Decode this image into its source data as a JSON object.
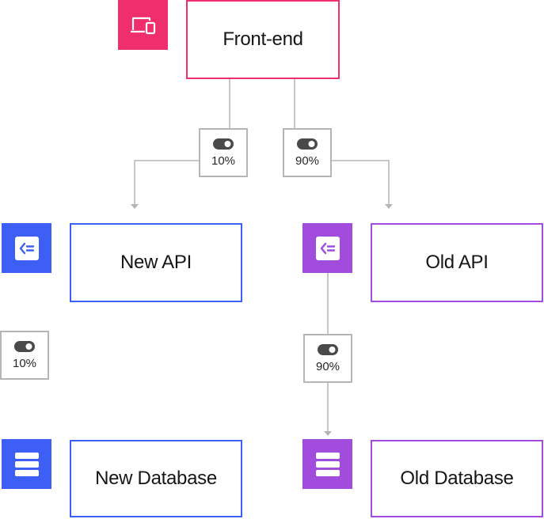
{
  "colors": {
    "frontend": "#ee2f6b",
    "new": "#3e5ff5",
    "old": "#a24cdd",
    "connector": "#b5b5b5",
    "toggle": "#4a4a4a"
  },
  "nodes": {
    "frontend": {
      "label": "Front-end",
      "icon": "devices-icon"
    },
    "new_api": {
      "label": "New API",
      "icon": "api-icon"
    },
    "old_api": {
      "label": "Old API",
      "icon": "api-icon"
    },
    "new_db": {
      "label": "New Database",
      "icon": "database-icon"
    },
    "old_db": {
      "label": "Old Database",
      "icon": "database-icon"
    }
  },
  "toggles": {
    "fe_new": {
      "percent": "10%",
      "icon": "toggle-icon"
    },
    "fe_old": {
      "percent": "90%",
      "icon": "toggle-icon"
    },
    "api_new": {
      "percent": "10%",
      "icon": "toggle-icon"
    },
    "api_old": {
      "percent": "90%",
      "icon": "toggle-icon"
    }
  }
}
